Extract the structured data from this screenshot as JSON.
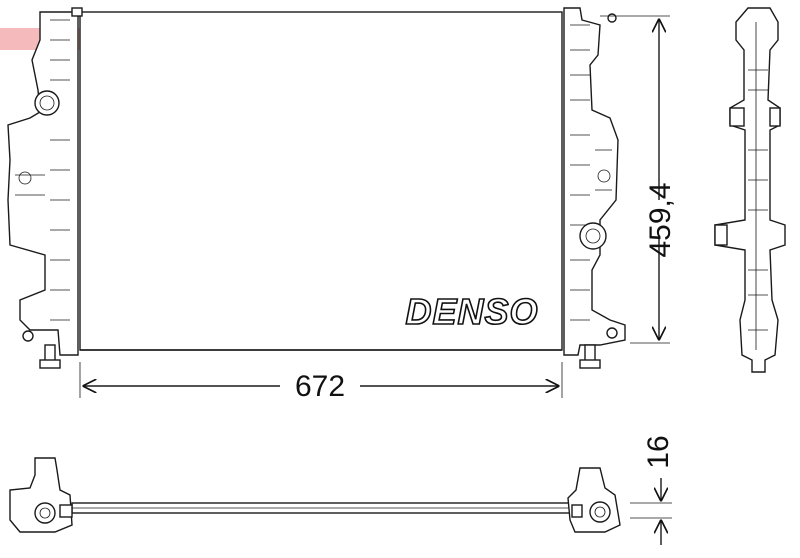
{
  "diagram": {
    "brand": "DENSO",
    "dimensions": {
      "width": "672",
      "height": "459,4",
      "depth": "16"
    }
  },
  "colors": {
    "line": "#1a1a1a",
    "ribbon": "#e0383e"
  }
}
